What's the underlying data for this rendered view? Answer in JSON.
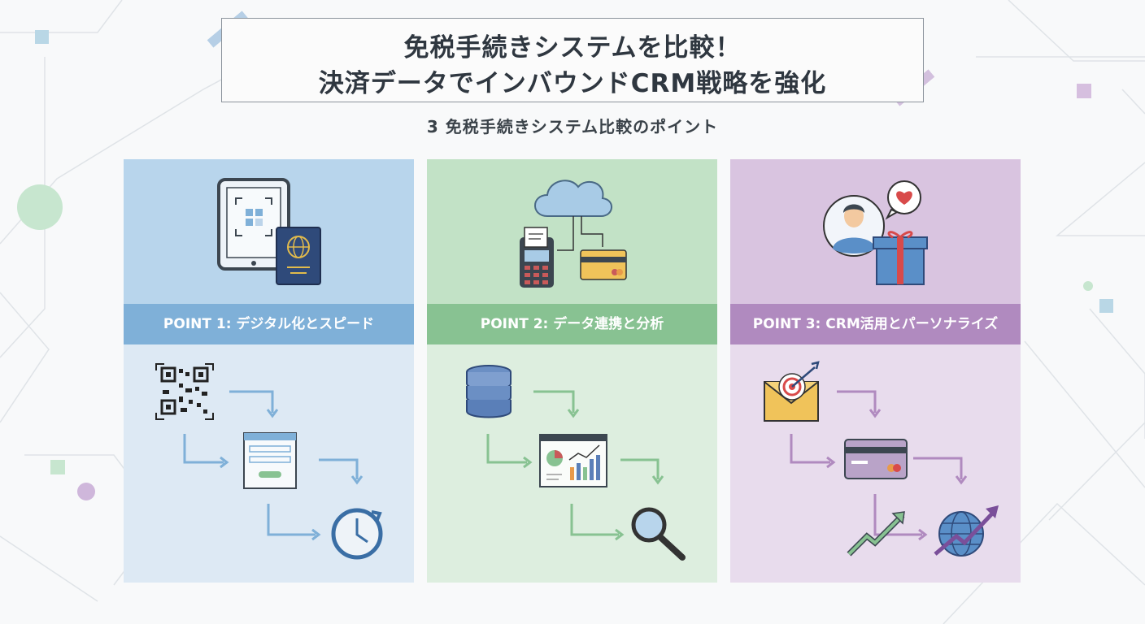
{
  "title": {
    "line1": "免税手続きシステムを比較！",
    "line2": "決済データでインバウンドCRM戦略を強化"
  },
  "subtitle": "3 免税手続きシステム比較のポイント",
  "colors": {
    "blue": "#7fb0d8",
    "green": "#88c292",
    "purple": "#b08abf",
    "text": "#2f3740"
  },
  "points": [
    {
      "label": "POINT 1: デジタル化とスピード",
      "top_icons": [
        "tablet-qr-icon",
        "passport-icon"
      ],
      "flow_icons": [
        "qr-code-icon",
        "form-window-icon",
        "clock-refresh-icon"
      ]
    },
    {
      "label": "POINT 2: データ連携と分析",
      "top_icons": [
        "cloud-icon",
        "payment-terminal-icon",
        "credit-card-icon"
      ],
      "flow_icons": [
        "database-icon",
        "analytics-dashboard-icon",
        "magnifier-icon"
      ]
    },
    {
      "label": "POINT 3: CRM活用とパーソナライズ",
      "top_icons": [
        "customer-avatar-icon",
        "heart-bubble-icon",
        "gift-box-icon"
      ],
      "flow_icons": [
        "target-email-icon",
        "credit-card-icon",
        "growth-arrow-icon",
        "global-growth-icon"
      ]
    }
  ]
}
